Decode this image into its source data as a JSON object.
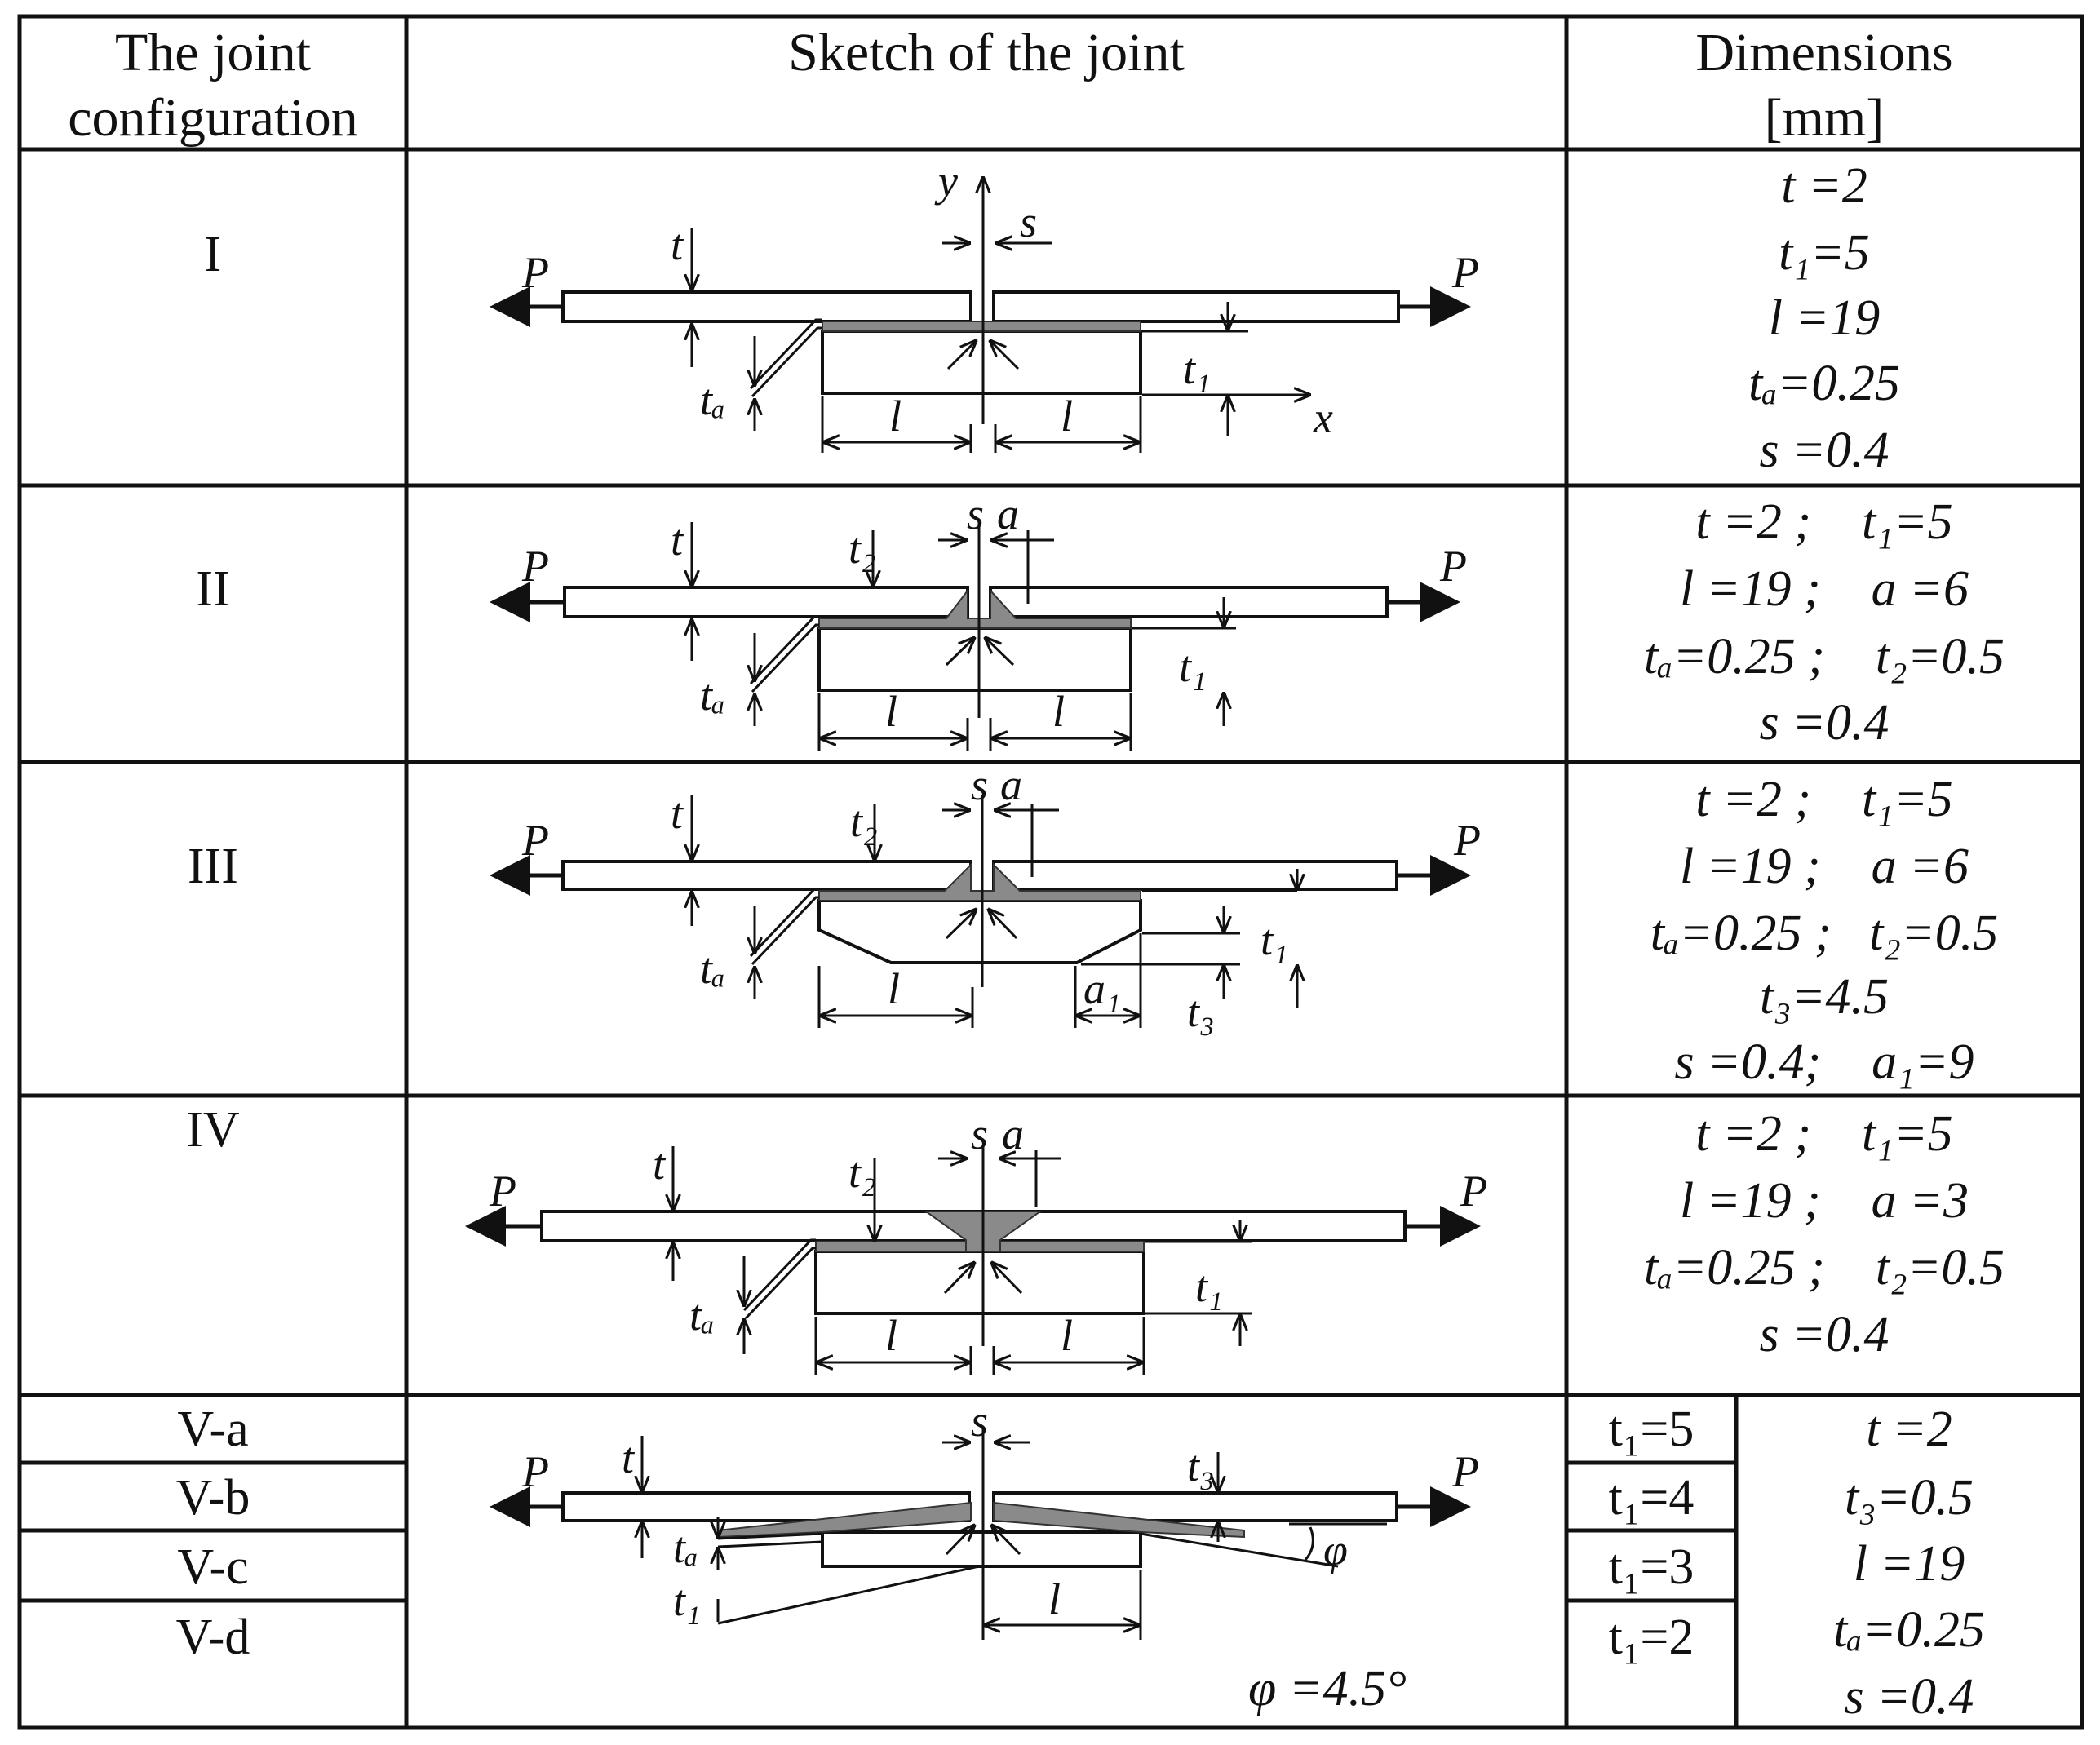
{
  "header": {
    "col1_line1": "The joint",
    "col1_line2": "configuration",
    "col2": "Sketch of the joint",
    "col3_line1": "Dimensions",
    "col3_line2": "[mm]"
  },
  "rows": [
    {
      "config": "I",
      "dims": [
        "t =2",
        "t₁=5",
        "l =19",
        "tₐ=0.25",
        "s =0.4"
      ]
    },
    {
      "config": "II",
      "dims": [
        "t =2 ;    t₁=5",
        "l =19 ;    a =6",
        "tₐ=0.25 ;    t₂=0.5",
        "s =0.4"
      ]
    },
    {
      "config": "III",
      "dims": [
        "t =2 ;    t₁=5",
        "l =19 ;    a =6",
        "tₐ=0.25 ;   t₂=0.5",
        "t₃=4.5",
        "s =0.4;    a₁=9"
      ]
    },
    {
      "config": "IV",
      "dims": [
        "t =2 ;    t₁=5",
        "l =19 ;    a =3",
        "tₐ=0.25 ;    t₂=0.5",
        "s =0.4"
      ]
    }
  ],
  "row5": {
    "configs": [
      "V-a",
      "V-b",
      "V-c",
      "V-d"
    ],
    "t1_values": [
      "t₁=5",
      "t₁=4",
      "t₁=3",
      "t₁=2"
    ],
    "dims": [
      "t =2",
      "t₃=0.5",
      "l =19",
      "tₐ=0.25",
      "s =0.4"
    ],
    "angle_note": "φ =4.5°"
  },
  "sketch_labels": {
    "P": "P",
    "t": "t",
    "s": "s",
    "a": "a",
    "l": "l",
    "x": "x",
    "y": "y",
    "ta": "tₐ",
    "t1": "t₁",
    "t2": "t₂",
    "t3": "t₃",
    "a1": "a₁",
    "phi": "φ"
  }
}
